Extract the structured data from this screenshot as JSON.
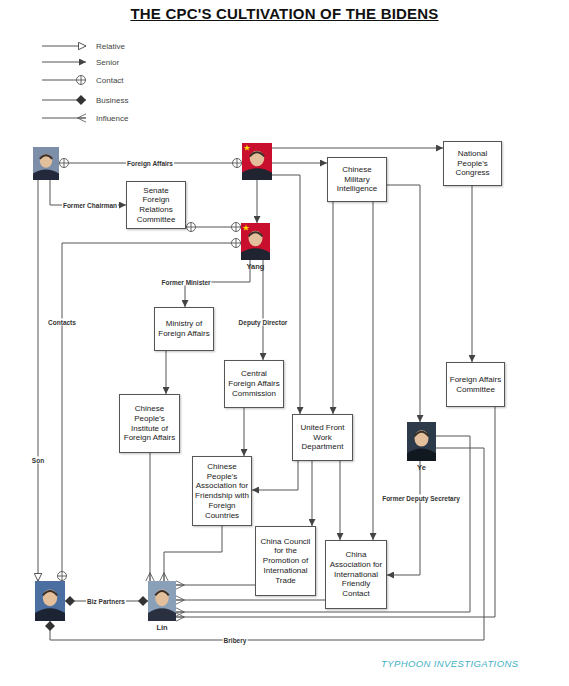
{
  "diagram": {
    "title": "THE CPC'S CULTIVATION OF THE BIDENS",
    "nodes": [
      {
        "text": []
      },
      {
        "text": []
      },
      {
        "text": [
          "Senate Foreign Relations Committee"
        ]
      },
      {
        "text": [
          "Chinese Military Intelligence"
        ]
      },
      {
        "text": [
          "National People's Congress"
        ]
      },
      {
        "text": [
          "Yang"
        ]
      },
      {
        "text": [
          "Ministry of Foreign Affairs"
        ]
      },
      {
        "text": [
          "Central Foreign Affairs Commission"
        ]
      },
      {
        "text": [
          "Chinese People's Institute of Foreign Affairs"
        ]
      },
      {
        "text": [
          "United Front Work Department"
        ]
      },
      {
        "text": [
          "Foreign Affairs Committee"
        ]
      },
      {
        "text": [
          "Ye"
        ]
      },
      {
        "text": [
          "Chinese People's Association for Friendship with Foreign Countries"
        ]
      },
      {
        "text": [
          "China Council for the Promotion of International Trade"
        ]
      },
      {
        "text": [
          "China Association for International Friendly Contact"
        ]
      },
      {
        "text": []
      },
      {
        "text": [
          "Lin"
        ]
      }
    ],
    "edges": [
      {
        "from": 0,
        "to": 1,
        "arrow": "both",
        "label": "Foreign Affairs"
      },
      {
        "from": 0,
        "to": 2,
        "arrow": "to",
        "label": "Former Chairman"
      },
      {
        "from": 2,
        "to": 5,
        "arrow": "both"
      },
      {
        "from": 1,
        "to": 5,
        "arrow": "to"
      },
      {
        "from": 1,
        "to": 4,
        "arrow": "to"
      },
      {
        "from": 1,
        "to": 3,
        "arrow": "to"
      },
      {
        "from": 1,
        "to": 9,
        "arrow": "to"
      },
      {
        "from": 5,
        "to": 6,
        "arrow": "to",
        "label": "Former Minister"
      },
      {
        "from": 5,
        "to": 7,
        "arrow": "to",
        "label": "Deputy Director"
      },
      {
        "from": 6,
        "to": 8,
        "arrow": "to"
      },
      {
        "from": 7,
        "to": 12,
        "arrow": "to"
      },
      {
        "from": 3,
        "to": 9,
        "arrow": "to"
      },
      {
        "from": 3,
        "to": 14,
        "arrow": "to"
      },
      {
        "from": 3,
        "to": 11,
        "arrow": "to"
      },
      {
        "from": 4,
        "to": 10,
        "arrow": "to"
      },
      {
        "from": 9,
        "to": 12,
        "arrow": "to"
      },
      {
        "from": 9,
        "to": 13,
        "arrow": "to"
      },
      {
        "from": 9,
        "to": 14,
        "arrow": "to"
      },
      {
        "from": 11,
        "to": 14,
        "arrow": "to",
        "label": "Former Deputy Secretary"
      },
      {
        "from": 15,
        "to": 5,
        "arrow": "both",
        "label": "Contacts"
      },
      {
        "from": 0,
        "to": 15,
        "arrow": "to",
        "label": "Son"
      },
      {
        "from": 15,
        "to": 16,
        "arrow": "both",
        "label": "Biz Partners"
      },
      {
        "from": 8,
        "to": 16,
        "arrow": "to"
      },
      {
        "from": 12,
        "to": 16,
        "arrow": "to"
      },
      {
        "from": 13,
        "to": 16,
        "arrow": "to"
      },
      {
        "from": 14,
        "to": 16,
        "arrow": "to"
      },
      {
        "from": 11,
        "to": 16,
        "arrow": "to"
      },
      {
        "from": 10,
        "to": 16,
        "arrow": "to"
      },
      {
        "from": 11,
        "to": 15,
        "arrow": "to",
        "label": "Bribery"
      }
    ],
    "labels": [
      "TYPHOON INVESTIGATIONS"
    ],
    "legend": [
      {
        "text": "Relative"
      },
      {
        "text": "Senior"
      },
      {
        "text": "Contact"
      },
      {
        "text": "Business"
      },
      {
        "text": "Influence"
      }
    ]
  }
}
